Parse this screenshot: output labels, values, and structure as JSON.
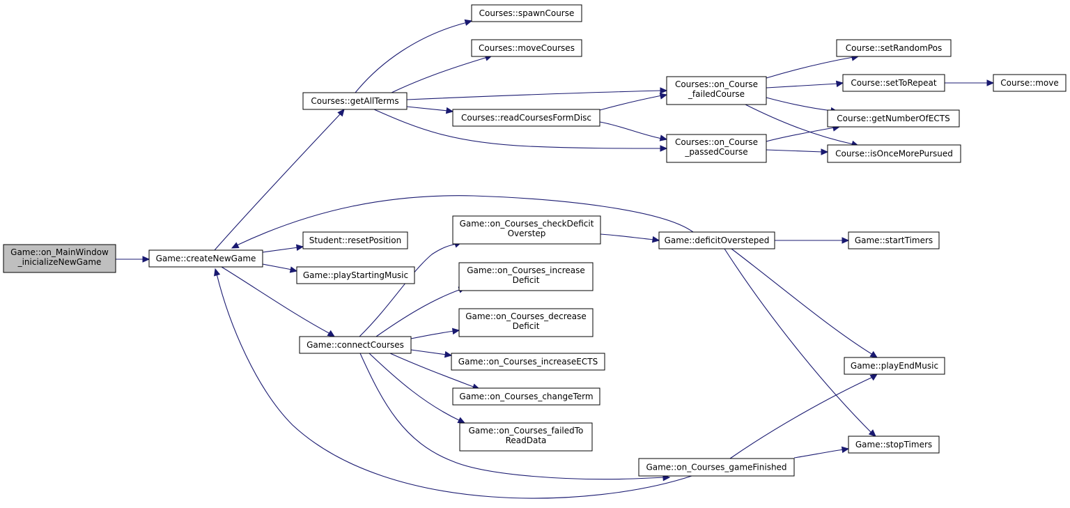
{
  "colors": {
    "node_fill": "#ffffff",
    "root_fill": "#bfbfbf",
    "node_stroke": "#000000",
    "edge": "#191970",
    "text": "#000000"
  },
  "nodes": [
    {
      "id": "root",
      "lines": [
        "Game::on_MainWindow",
        "_inicializeNewGame"
      ],
      "highlighted": true
    },
    {
      "id": "createNewGame",
      "lines": [
        "Game::createNewGame"
      ]
    },
    {
      "id": "getAllTerms",
      "lines": [
        "Courses::getAllTerms"
      ]
    },
    {
      "id": "spawnCourse",
      "lines": [
        "Courses::spawnCourse"
      ]
    },
    {
      "id": "moveCourses",
      "lines": [
        "Courses::moveCourses"
      ]
    },
    {
      "id": "readCoursesFormDisc",
      "lines": [
        "Courses::readCoursesFormDisc"
      ]
    },
    {
      "id": "failedCourse",
      "lines": [
        "Courses::on_Course",
        "_failedCourse"
      ]
    },
    {
      "id": "passedCourse",
      "lines": [
        "Courses::on_Course",
        "_passedCourse"
      ]
    },
    {
      "id": "setRandomPos",
      "lines": [
        "Course::setRandomPos"
      ]
    },
    {
      "id": "setToRepeat",
      "lines": [
        "Course::setToRepeat"
      ]
    },
    {
      "id": "move",
      "lines": [
        "Course::move"
      ]
    },
    {
      "id": "getNumberOfECTS",
      "lines": [
        "Course::getNumberOfECTS"
      ]
    },
    {
      "id": "isOnceMorePursued",
      "lines": [
        "Course::isOnceMorePursued"
      ]
    },
    {
      "id": "resetPosition",
      "lines": [
        "Student::resetPosition"
      ]
    },
    {
      "id": "playStartingMusic",
      "lines": [
        "Game::playStartingMusic"
      ]
    },
    {
      "id": "connectCourses",
      "lines": [
        "Game::connectCourses"
      ]
    },
    {
      "id": "checkDeficit",
      "lines": [
        "Game::on_Courses_checkDeficit",
        "Overstep"
      ]
    },
    {
      "id": "increaseDeficit",
      "lines": [
        "Game::on_Courses_increase",
        "Deficit"
      ]
    },
    {
      "id": "decreaseDeficit",
      "lines": [
        "Game::on_Courses_decrease",
        "Deficit"
      ]
    },
    {
      "id": "increaseECTS",
      "lines": [
        "Game::on_Courses_increaseECTS"
      ]
    },
    {
      "id": "changeTerm",
      "lines": [
        "Game::on_Courses_changeTerm"
      ]
    },
    {
      "id": "failedToReadData",
      "lines": [
        "Game::on_Courses_failedTo",
        "ReadData"
      ]
    },
    {
      "id": "gameFinished",
      "lines": [
        "Game::on_Courses_gameFinished"
      ]
    },
    {
      "id": "deficitOversteped",
      "lines": [
        "Game::deficitOversteped"
      ]
    },
    {
      "id": "startTimers",
      "lines": [
        "Game::startTimers"
      ]
    },
    {
      "id": "playEndMusic",
      "lines": [
        "Game::playEndMusic"
      ]
    },
    {
      "id": "stopTimers",
      "lines": [
        "Game::stopTimers"
      ]
    }
  ],
  "edges": [
    {
      "from": "root",
      "to": "createNewGame"
    },
    {
      "from": "createNewGame",
      "to": "getAllTerms"
    },
    {
      "from": "createNewGame",
      "to": "resetPosition"
    },
    {
      "from": "createNewGame",
      "to": "playStartingMusic"
    },
    {
      "from": "createNewGame",
      "to": "connectCourses"
    },
    {
      "from": "getAllTerms",
      "to": "spawnCourse"
    },
    {
      "from": "getAllTerms",
      "to": "moveCourses"
    },
    {
      "from": "getAllTerms",
      "to": "failedCourse"
    },
    {
      "from": "getAllTerms",
      "to": "readCoursesFormDisc"
    },
    {
      "from": "getAllTerms",
      "to": "passedCourse"
    },
    {
      "from": "readCoursesFormDisc",
      "to": "failedCourse"
    },
    {
      "from": "readCoursesFormDisc",
      "to": "passedCourse"
    },
    {
      "from": "failedCourse",
      "to": "setRandomPos"
    },
    {
      "from": "failedCourse",
      "to": "setToRepeat"
    },
    {
      "from": "failedCourse",
      "to": "getNumberOfECTS"
    },
    {
      "from": "failedCourse",
      "to": "isOnceMorePursued"
    },
    {
      "from": "passedCourse",
      "to": "getNumberOfECTS"
    },
    {
      "from": "passedCourse",
      "to": "isOnceMorePursued"
    },
    {
      "from": "setToRepeat",
      "to": "move"
    },
    {
      "from": "connectCourses",
      "to": "checkDeficit"
    },
    {
      "from": "connectCourses",
      "to": "increaseDeficit"
    },
    {
      "from": "connectCourses",
      "to": "decreaseDeficit"
    },
    {
      "from": "connectCourses",
      "to": "increaseECTS"
    },
    {
      "from": "connectCourses",
      "to": "changeTerm"
    },
    {
      "from": "connectCourses",
      "to": "failedToReadData"
    },
    {
      "from": "connectCourses",
      "to": "gameFinished"
    },
    {
      "from": "checkDeficit",
      "to": "deficitOversteped"
    },
    {
      "from": "deficitOversteped",
      "to": "createNewGame"
    },
    {
      "from": "deficitOversteped",
      "to": "startTimers"
    },
    {
      "from": "deficitOversteped",
      "to": "playEndMusic"
    },
    {
      "from": "deficitOversteped",
      "to": "stopTimers"
    },
    {
      "from": "gameFinished",
      "to": "createNewGame"
    },
    {
      "from": "gameFinished",
      "to": "playEndMusic"
    },
    {
      "from": "gameFinished",
      "to": "stopTimers"
    }
  ]
}
